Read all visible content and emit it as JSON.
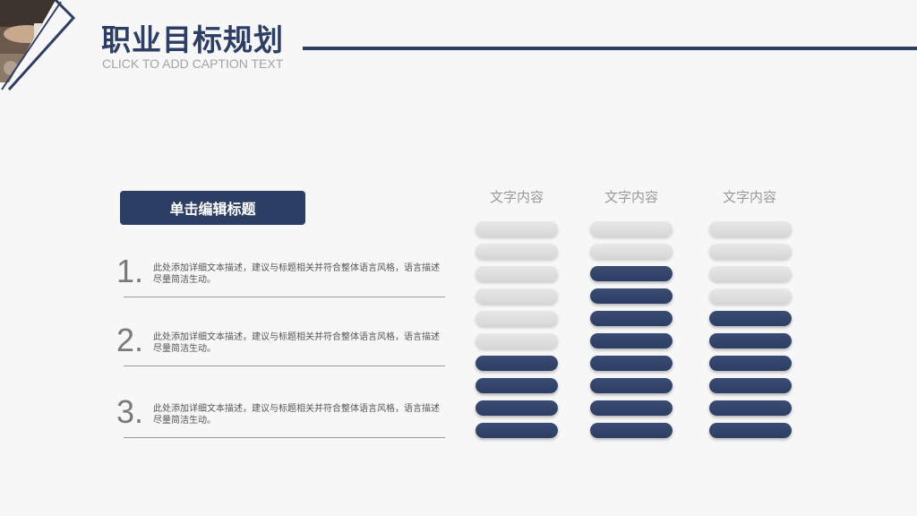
{
  "header": {
    "title": "职业目标规划",
    "caption": "CLICK TO ADD CAPTION TEXT"
  },
  "colors": {
    "accent": "#2c3e63",
    "light_bar": "#dcdcdc",
    "background": "#f7f7f8"
  },
  "section_button": {
    "label": "单击编辑标题"
  },
  "items": [
    {
      "number": "1.",
      "text": "此处添加详细文本描述，建议与标题相关并符合整体语言风格，语言描述尽量简洁生动。"
    },
    {
      "number": "2.",
      "text": "此处添加详细文本描述，建议与标题相关并符合整体语言风格，语言描述尽量简洁生动。"
    },
    {
      "number": "3.",
      "text": "此处添加详细文本描述，建议与标题相关并符合整体语言风格，语言描述尽量简洁生动。"
    }
  ],
  "columns": [
    {
      "label": "文字内容",
      "total_segments": 10,
      "filled_segments": 4
    },
    {
      "label": "文字内容",
      "total_segments": 10,
      "filled_segments": 8
    },
    {
      "label": "文字内容",
      "total_segments": 10,
      "filled_segments": 6
    }
  ]
}
